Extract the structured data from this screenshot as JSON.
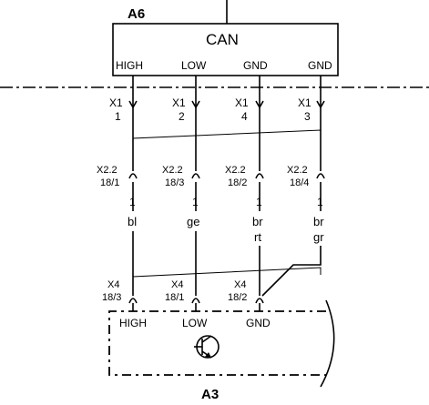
{
  "modules": {
    "top": {
      "name": "A6",
      "title": "CAN",
      "pins": [
        "HIGH",
        "LOW",
        "GND",
        "GND"
      ]
    },
    "bottom": {
      "name": "A3",
      "pins": [
        "HIGH",
        "LOW",
        "GND"
      ]
    }
  },
  "wires": [
    {
      "x1_conn": "X1",
      "x1_pin": "1",
      "x22_conn": "X2.2",
      "x22_pin": "18/1",
      "inline_pin": "1",
      "color1": "bl",
      "color2": "",
      "x4_conn": "X4",
      "x4_pin": "18/3"
    },
    {
      "x1_conn": "X1",
      "x1_pin": "2",
      "x22_conn": "X2.2",
      "x22_pin": "18/3",
      "inline_pin": "1",
      "color1": "ge",
      "color2": "",
      "x4_conn": "X4",
      "x4_pin": "18/1"
    },
    {
      "x1_conn": "X1",
      "x1_pin": "4",
      "x22_conn": "X2.2",
      "x22_pin": "18/2",
      "inline_pin": "1",
      "color1": "br",
      "color2": "rt",
      "x4_conn": "X4",
      "x4_pin": "18/2"
    },
    {
      "x1_conn": "X1",
      "x1_pin": "3",
      "x22_conn": "X2.2",
      "x22_pin": "18/4",
      "inline_pin": "1",
      "color1": "br",
      "color2": "gr",
      "x4_conn": "",
      "x4_pin": ""
    }
  ]
}
